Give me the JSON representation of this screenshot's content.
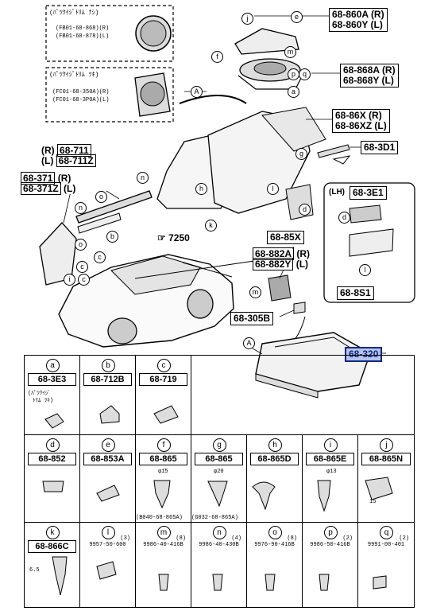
{
  "callouts": {
    "top_a_no_label": "(ﾊﾟﾂｸｲｼﾞﾄﾘﾑ ﾅｼ)",
    "top_a_no_p1": "(FB01-68-868)(R)",
    "top_a_no_p2": "(FB01-68-878)(L)",
    "top_a_yes_label": "(ﾊﾟﾂｸｲｼﾞﾄﾘﾑ ﾂｷ)",
    "top_a_yes_p1": "(FC01-68-350A)(R)",
    "top_a_yes_p2": "(FC01-68-3P0A)(L)"
  },
  "parts": {
    "p860": [
      "68-860A",
      "68-860Y"
    ],
    "p860_sides": [
      "(R)",
      "(L)"
    ],
    "p868": [
      "68-868A",
      "68-868Y"
    ],
    "p868_sides": [
      "(R)",
      "(L)"
    ],
    "p86x": [
      "68-86X",
      "68-86XZ"
    ],
    "p86x_sides": [
      "(R)",
      "(L)"
    ],
    "p3d1": "68-3D1",
    "p711": [
      "68-711",
      "68-711Z"
    ],
    "p711_sides": [
      "(R)",
      "(L)"
    ],
    "p371": [
      "68-371",
      "68-371Z"
    ],
    "p371_sides": [
      "(R)",
      "(L)"
    ],
    "p7250": "7250",
    "p85x": "68-85X",
    "p882": [
      "68-882A",
      "68-882Y"
    ],
    "p882_sides": [
      "(R)",
      "(L)"
    ],
    "p305b": "68-305B",
    "p320": "68-320",
    "lh_label": "(LH)",
    "p3e1": "68-3E1",
    "p8s1": "68-8S1"
  },
  "letters": {
    "a": "a",
    "b": "b",
    "c": "c",
    "d": "d",
    "e": "e",
    "f": "f",
    "g": "g",
    "h": "h",
    "i": "i",
    "j": "j",
    "k": "k",
    "l": "l",
    "m": "m",
    "n": "n",
    "o": "o",
    "p": "p",
    "q": "q",
    "A": "A"
  },
  "legend": {
    "row1": [
      {
        "letter": "a",
        "part": "68-3E3",
        "note1": "(ﾊﾟﾂｸｲｼﾞ",
        "note2": "ﾄﾘﾑ ﾂｷ)"
      },
      {
        "letter": "b",
        "part": "68-712B"
      },
      {
        "letter": "c",
        "part": "68-719"
      }
    ],
    "row2": [
      {
        "letter": "d",
        "part": "68-852"
      },
      {
        "letter": "e",
        "part": "68-853A"
      },
      {
        "letter": "f",
        "part": "68-865",
        "dim": "φ15"
      },
      {
        "letter": "g",
        "part": "68-865",
        "dim": "φ20"
      },
      {
        "letter": "h",
        "part": "68-865D"
      },
      {
        "letter": "i",
        "part": "68-865E",
        "dim": "φ13"
      },
      {
        "letter": "j",
        "part": "68-865N",
        "dim": "15"
      }
    ],
    "row2_notes": [
      "(B040-68-865A)",
      "(G032-68-865A)"
    ],
    "row3": [
      {
        "letter": "k",
        "part": "68-866C",
        "dim": "6.5"
      },
      {
        "letter": "l",
        "qty": "(3)",
        "num": "9957-50-600"
      },
      {
        "letter": "m",
        "qty": "(8)",
        "num": "9986-40-416B"
      },
      {
        "letter": "n",
        "qty": "(4)",
        "num": "9986-40-430B"
      },
      {
        "letter": "o",
        "qty": "(8)",
        "num": "9976-90-416B"
      },
      {
        "letter": "p",
        "qty": "(2)",
        "num": "9986-50-416B"
      },
      {
        "letter": "q",
        "qty": "(2)",
        "num": "9991-00-401"
      }
    ]
  }
}
